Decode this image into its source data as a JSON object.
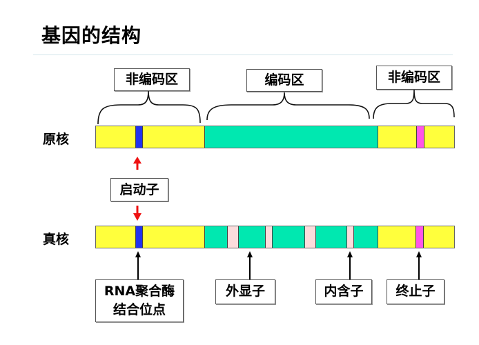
{
  "title": "基因的结构",
  "colors": {
    "noncoding": "#ffff3c",
    "coding": "#00e8b0",
    "promoter_site": "#2233ee",
    "terminator": "#ff55e8",
    "intron": "#fcdcdc",
    "up_arrow_red": "#ee1111",
    "arrow_black": "#000000"
  },
  "region_labels": {
    "left_noncoding": "非编码区",
    "coding": "编码区",
    "right_noncoding": "非编码区"
  },
  "rows": {
    "prokaryote": "原核",
    "eukaryote": "真核"
  },
  "promoter_label": "启动子",
  "bottom_labels": {
    "rna_pol_line1": "RNA聚合酶",
    "rna_pol_line2": "结合位点",
    "exon": "外显子",
    "intron": "内含子",
    "terminator": "终止子"
  },
  "prokaryote_segments": [
    {
      "type": "noncoding"
    },
    {
      "type": "coding"
    },
    {
      "type": "noncoding"
    }
  ],
  "eukaryote_segments": [
    {
      "type": "noncoding"
    },
    {
      "type": "exon"
    },
    {
      "type": "intron"
    },
    {
      "type": "exon"
    },
    {
      "type": "intron"
    },
    {
      "type": "exon"
    },
    {
      "type": "intron"
    },
    {
      "type": "exon"
    },
    {
      "type": "intron"
    },
    {
      "type": "exon"
    },
    {
      "type": "noncoding"
    }
  ]
}
